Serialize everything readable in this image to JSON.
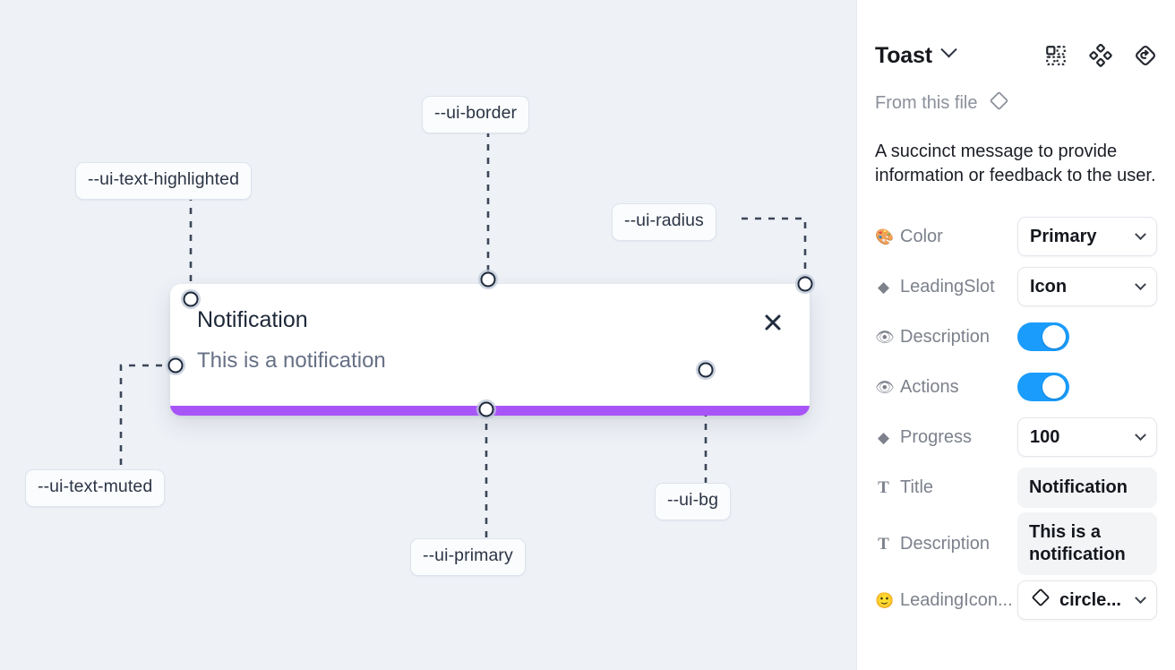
{
  "canvas": {
    "background_color": "#eef1f6",
    "annotations": [
      {
        "id": "ui-text-highlighted",
        "label": "--ui-text-highlighted"
      },
      {
        "id": "ui-border",
        "label": "--ui-border"
      },
      {
        "id": "ui-radius",
        "label": "--ui-radius"
      },
      {
        "id": "ui-text-muted",
        "label": "--ui-text-muted"
      },
      {
        "id": "ui-primary",
        "label": "--ui-primary"
      },
      {
        "id": "ui-bg",
        "label": "--ui-bg"
      }
    ]
  },
  "toast": {
    "title": "Notification",
    "description": "This is a notification",
    "close_icon": "close-icon",
    "progress_color": "#a855f7",
    "background_color": "#ffffff"
  },
  "panel": {
    "title": "Toast",
    "title_chevron": "chevron-down-icon",
    "header_icons": [
      {
        "name": "component-set-icon"
      },
      {
        "name": "variants-icon"
      },
      {
        "name": "reset-instance-icon"
      }
    ],
    "from_file": {
      "label": "From this file",
      "icon": "component-diamond-icon"
    },
    "description": "A succinct message to provide information or feedback to the user.",
    "properties": [
      {
        "icon": "palette-emoji",
        "icon_glyph": "🎨",
        "label": "Color",
        "control": "select",
        "value": "Primary"
      },
      {
        "icon": "diamond-icon",
        "icon_glyph": "◆",
        "label": "LeadingSlot",
        "control": "select",
        "value": "Icon"
      },
      {
        "icon": "eye-emoji",
        "icon_glyph": "👁",
        "label": "Description",
        "control": "toggle",
        "value": "on"
      },
      {
        "icon": "eye-emoji",
        "icon_glyph": "👁",
        "label": "Actions",
        "control": "toggle",
        "value": "on"
      },
      {
        "icon": "diamond-icon",
        "icon_glyph": "◆",
        "label": "Progress",
        "control": "select",
        "value": "100"
      },
      {
        "icon": "text-icon",
        "icon_glyph": "T",
        "label": "Title",
        "control": "text",
        "value": "Notification"
      },
      {
        "icon": "text-icon",
        "icon_glyph": "T",
        "label": "Description",
        "control": "text",
        "value": "This is a notification"
      },
      {
        "icon": "smiley-emoji",
        "icon_glyph": "🙂",
        "label": "LeadingIcon...",
        "control": "icon-select",
        "value": "circle..."
      }
    ],
    "toggle_color": "#1a9cfc"
  }
}
